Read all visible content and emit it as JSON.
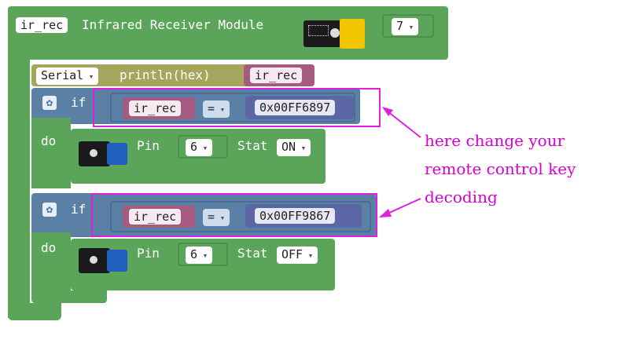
{
  "top_block": {
    "var_name": "ir_rec",
    "title": "Infrared Receiver Module",
    "pin_value": "7"
  },
  "serial_block": {
    "serial_label": "Serial",
    "method": "println(hex)",
    "var_name": "ir_rec"
  },
  "if_blocks": [
    {
      "if_label": "if",
      "do_label": "do",
      "var_name": "ir_rec",
      "operator": "=",
      "code": "0x00FF6897",
      "pin_label": "Pin",
      "pin_value": "6",
      "stat_label": "Stat",
      "stat_value": "ON"
    },
    {
      "if_label": "if",
      "do_label": "do",
      "var_name": "ir_rec",
      "operator": "=",
      "code": "0x00FF9867",
      "pin_label": "Pin",
      "pin_value": "6",
      "stat_label": "Stat",
      "stat_value": "OFF"
    }
  ],
  "annotation": {
    "lines": [
      "here change your",
      "remote control key",
      "decoding"
    ]
  },
  "colors": {
    "block_green": "#5ba55b",
    "serial_olive": "#a5a55b",
    "logic_blue": "#5b80a5",
    "variable_magenta": "#a55b80",
    "annotation_magenta": "#d400d4"
  },
  "icons": [
    "gear-icon",
    "ir-receiver-module-image",
    "led-module-image"
  ]
}
